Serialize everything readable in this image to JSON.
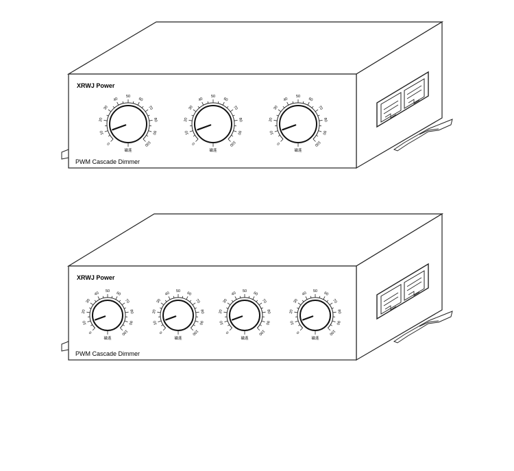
{
  "devices": [
    {
      "brand": "XRWJ Power",
      "model": "PWM Cascade Dimmer",
      "knob_count": 3,
      "knob_scale": [
        "0",
        "10",
        "20",
        "30",
        "40",
        "50",
        "60",
        "70",
        "80",
        "90",
        "100"
      ],
      "knob_marker": "磁连"
    },
    {
      "brand": "XRWJ Power",
      "model": "PWM Cascade Dimmer",
      "knob_count": 4,
      "knob_scale": [
        "0",
        "10",
        "20",
        "30",
        "40",
        "50",
        "60",
        "70",
        "80",
        "90",
        "100"
      ],
      "knob_marker": "磁连"
    }
  ]
}
